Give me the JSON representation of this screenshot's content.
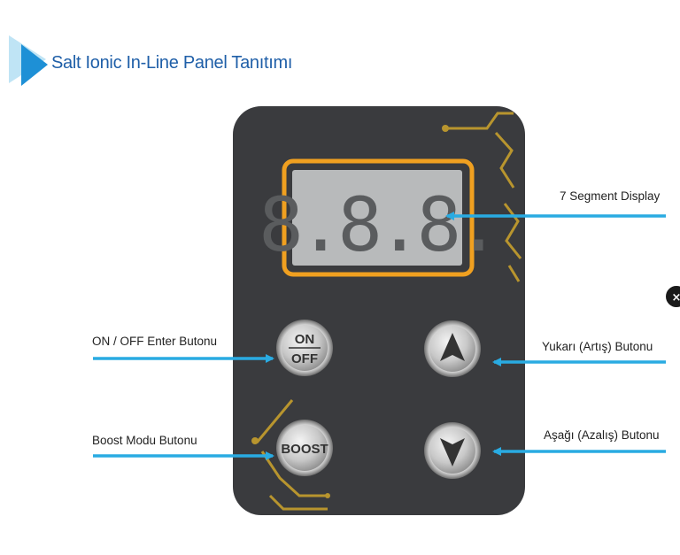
{
  "title": "Salt Ionic In-Line Panel Tanıtımı",
  "display": {
    "digits": "8.8.8.",
    "label": "7 Segment Display"
  },
  "buttons": {
    "onoff_top": "ON",
    "onoff_bottom": "OFF",
    "boost": "BOOST"
  },
  "labels": {
    "onoff": "ON / OFF Enter Butonu",
    "boost": "Boost Modu Butonu",
    "up": "Yukarı (Artış) Butonu",
    "down": "Aşağı (Azalış) Butonu"
  },
  "colors": {
    "panel": "#3a3b3e",
    "accent_orange": "#f0a020",
    "gold_trace": "#b8952e",
    "arrow_blue": "#29abe2",
    "lcd": "#b8babb"
  }
}
